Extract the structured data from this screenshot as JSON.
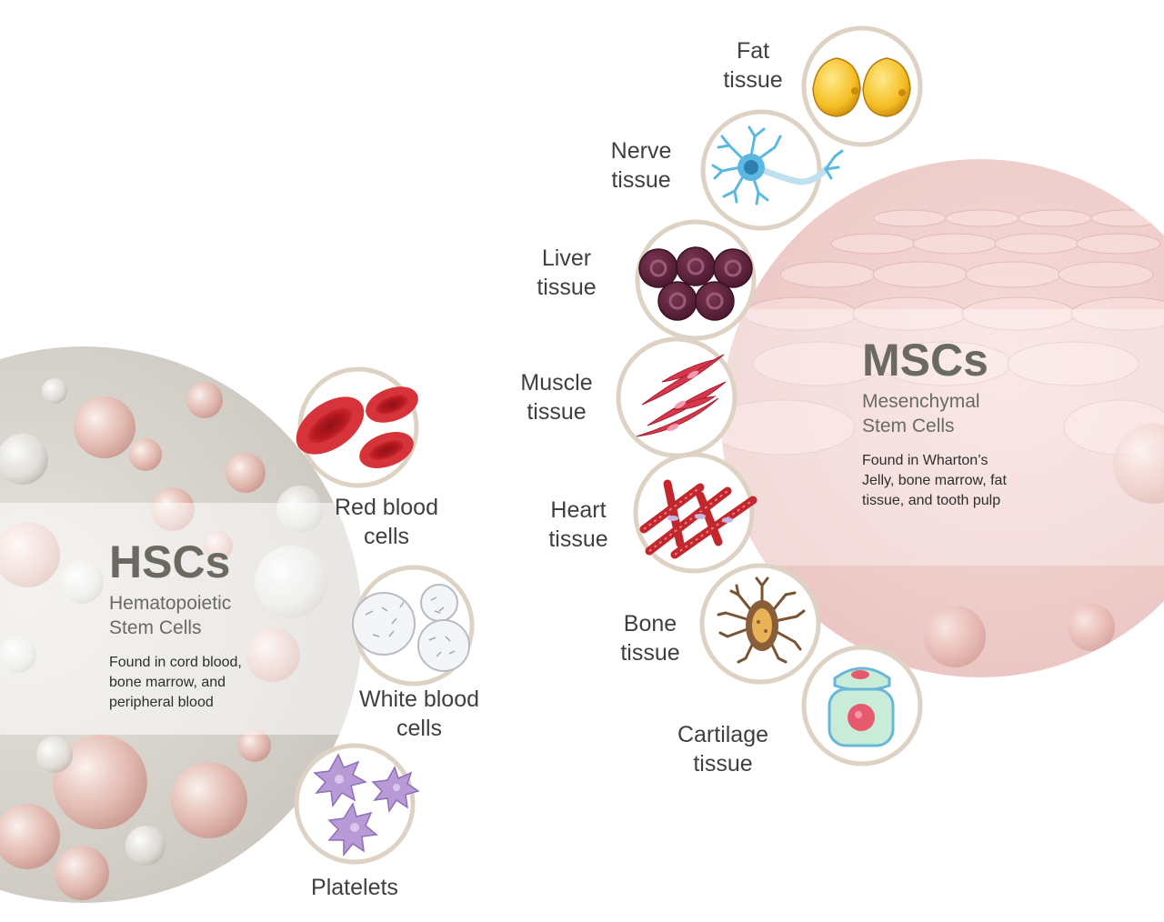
{
  "hsc": {
    "title": "HSCs",
    "subtitle": [
      "Hematopoietic",
      "Stem Cells"
    ],
    "description": [
      "Found in cord blood,",
      "bone marrow, and",
      "peripheral blood"
    ]
  },
  "msc": {
    "title": "MSCs",
    "subtitle": [
      "Mesenchymal",
      "Stem Cells"
    ],
    "description": [
      "Found in Wharton’s",
      "Jelly, bone marrow, fat",
      "tissue, and tooth pulp"
    ]
  },
  "hsc_outputs": [
    {
      "label": [
        "Red blood",
        "cells"
      ],
      "icon": "red-blood-cells-icon"
    },
    {
      "label": [
        "White blood",
        "cells"
      ],
      "icon": "white-blood-cells-icon"
    },
    {
      "label": [
        "Platelets"
      ],
      "icon": "platelets-icon"
    }
  ],
  "msc_outputs": [
    {
      "label": [
        "Fat",
        "tissue"
      ],
      "icon": "fat-cells-icon"
    },
    {
      "label": [
        "Nerve",
        "tissue"
      ],
      "icon": "neuron-icon"
    },
    {
      "label": [
        "Liver",
        "tissue"
      ],
      "icon": "liver-cells-icon"
    },
    {
      "label": [
        "Muscle",
        "tissue"
      ],
      "icon": "muscle-fibers-icon"
    },
    {
      "label": [
        "Heart",
        "tissue"
      ],
      "icon": "heart-muscle-icon"
    },
    {
      "label": [
        "Bone",
        "tissue"
      ],
      "icon": "bone-cell-icon"
    },
    {
      "label": [
        "Cartilage",
        "tissue"
      ],
      "icon": "cartilage-cells-icon"
    }
  ],
  "colors": {
    "hsc_title": "#6b6a62",
    "msc_title": "#6b6a62",
    "subtitle": "#6b6a62",
    "label": "#3f3f3f",
    "ring": "#ddd2c4",
    "hsc_bg": "#d9d6cf",
    "msc_bg": "#efd3d1",
    "rbc": "#c1272d",
    "liver": "#5c2138",
    "muscle": "#d8364a",
    "platelet": "#b79ad6",
    "fat": "#f0b91e",
    "neuron": "#5bb8e0"
  }
}
